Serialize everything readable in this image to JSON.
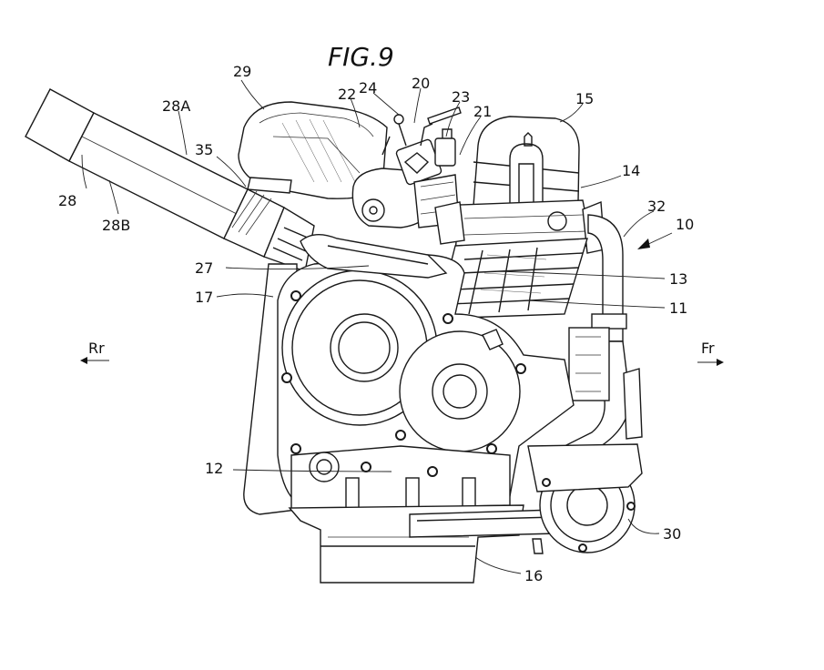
{
  "figure": {
    "title": "FIG.9"
  },
  "directions": {
    "rear": "Rr",
    "front": "Fr"
  },
  "labels": {
    "l28": "28",
    "l28A": "28A",
    "l28B": "28B",
    "l29": "29",
    "l35": "35",
    "l22": "22",
    "l24": "24",
    "l20": "20",
    "l23": "23",
    "l21": "21",
    "l15": "15",
    "l14": "14",
    "l32": "32",
    "l10": "10",
    "l27": "27",
    "l17": "17",
    "l13": "13",
    "l11": "11",
    "l12": "12",
    "l30": "30",
    "l16": "16"
  }
}
